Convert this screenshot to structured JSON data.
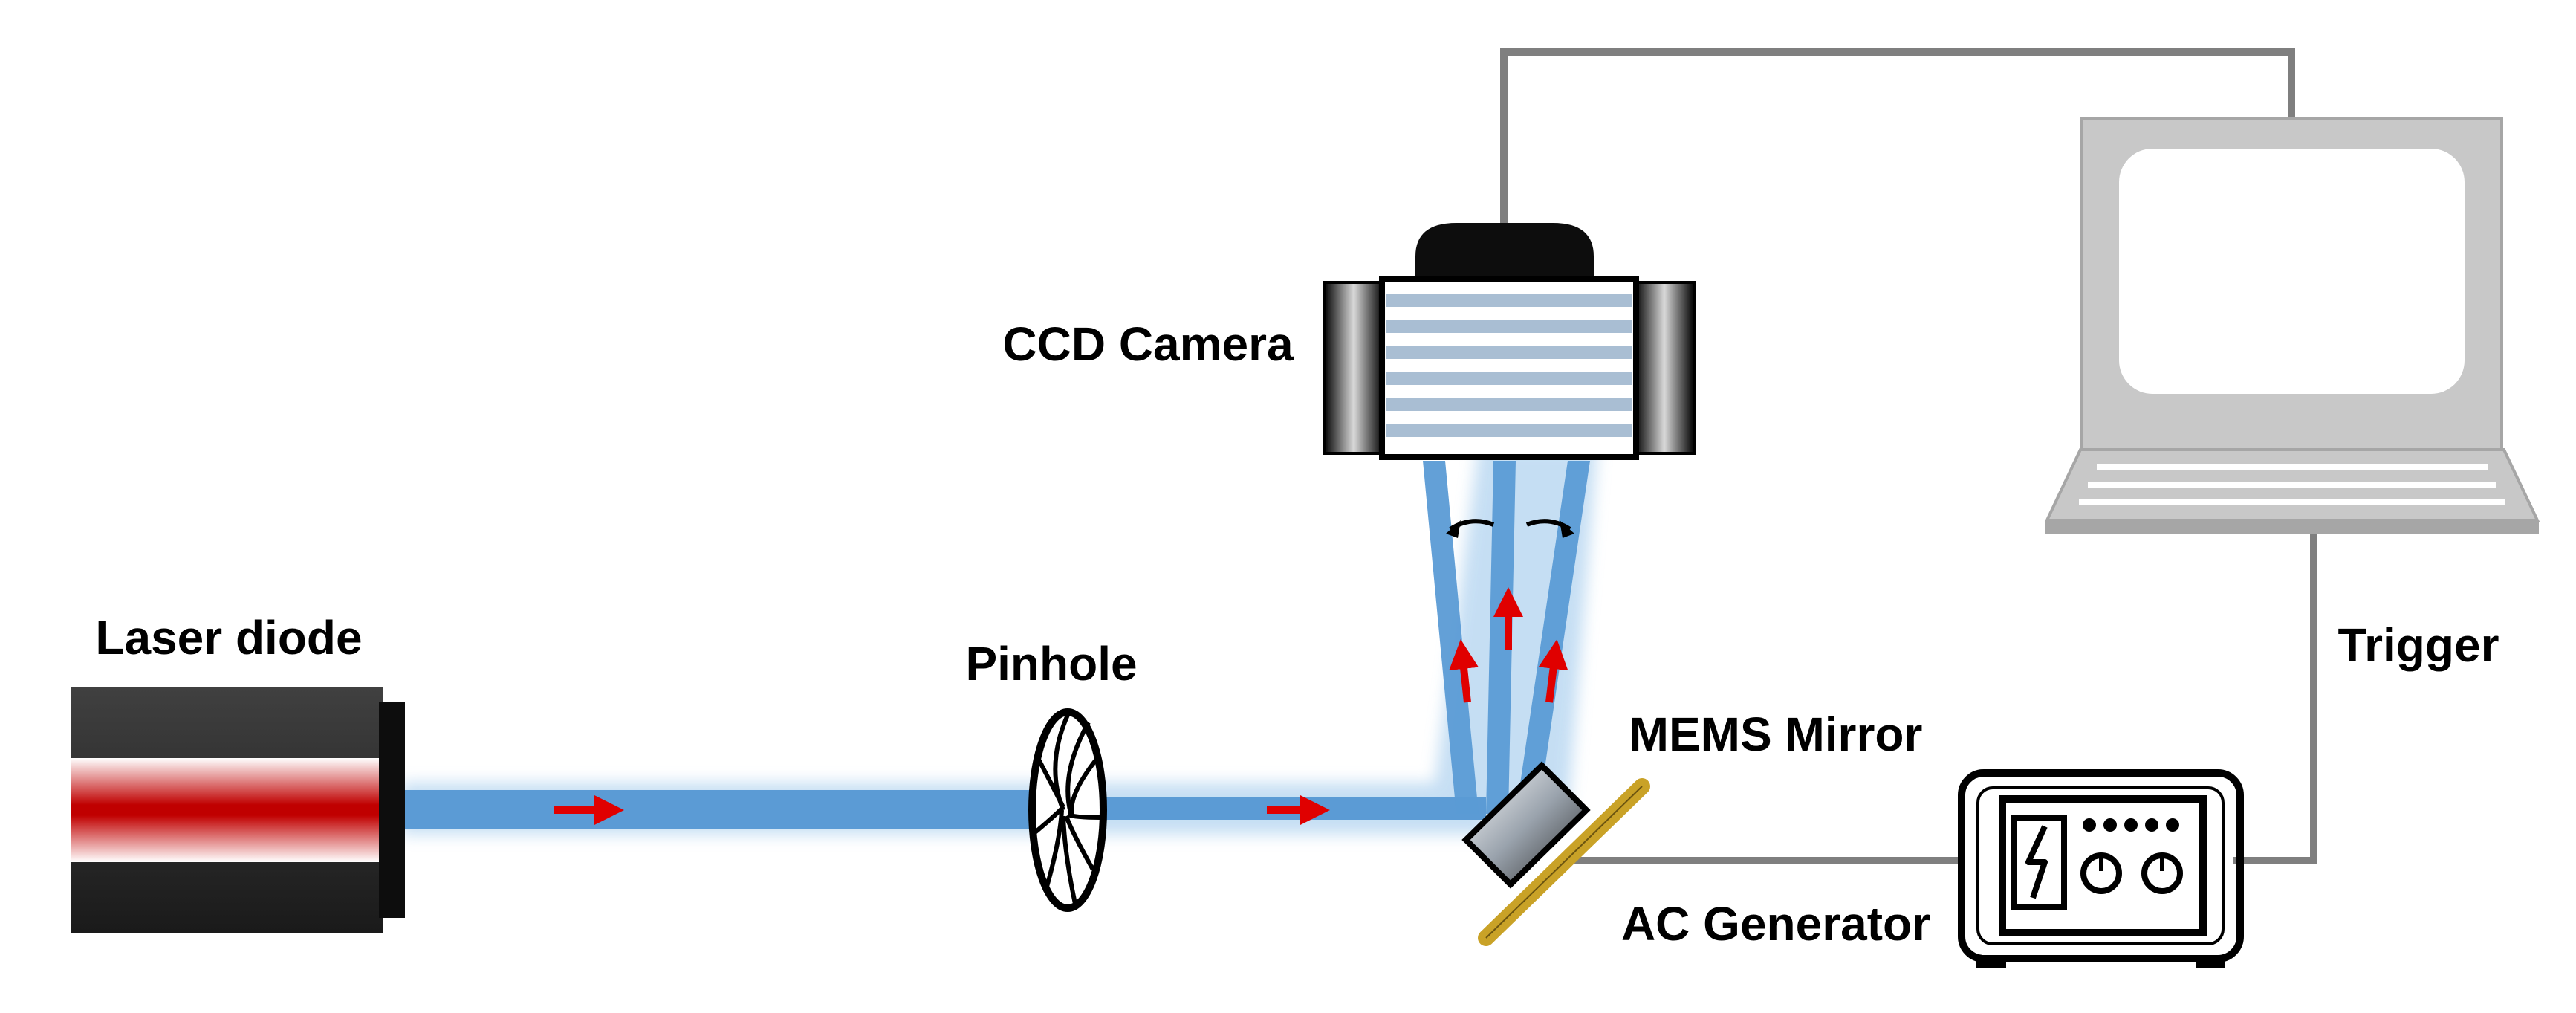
{
  "labels": {
    "laser_diode": "Laser diode",
    "pinhole": "Pinhole",
    "ccd_camera": "CCD Camera",
    "mems_mirror": "MEMS Mirror",
    "ac_generator": "AC Generator",
    "trigger": "Trigger"
  },
  "colors": {
    "beam": "#5b9bd5",
    "beam_glow": "#bcd9f2",
    "arrow": "#e00000",
    "wire": "#7f7f7f",
    "mirror_mount": "#c9a227",
    "laser_body": "#262626",
    "laser_core": "#c00000",
    "computer": "#c8c8c8"
  }
}
